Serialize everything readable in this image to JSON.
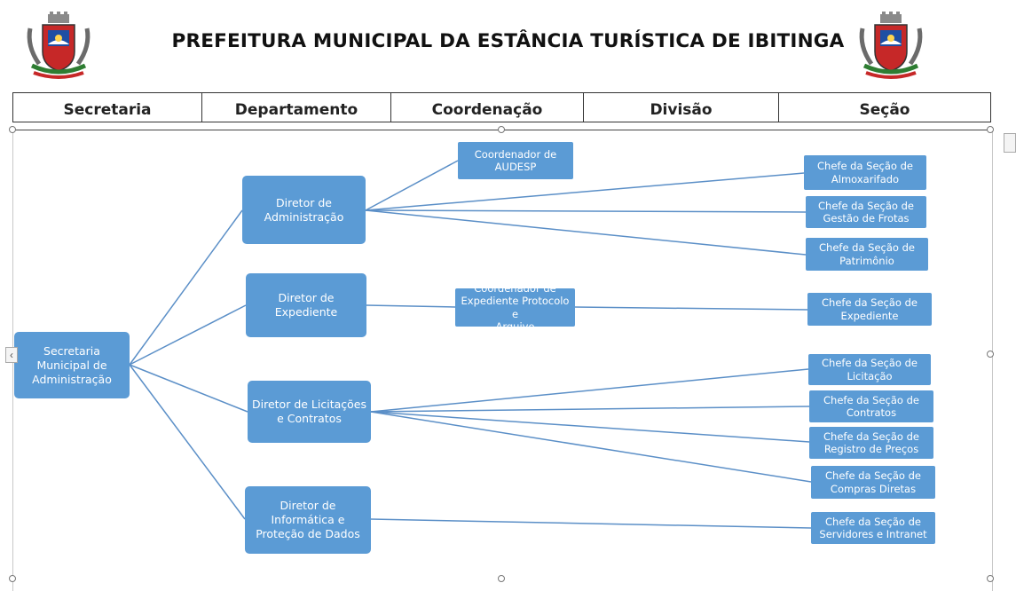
{
  "header": {
    "title": "PREFEITURA MUNICIPAL DA ESTÂNCIA TURÍSTICA DE IBITINGA"
  },
  "columns": [
    "Secretaria",
    "Departamento",
    "Coordenação",
    "Divisão",
    "Seção"
  ],
  "nodes": {
    "secretaria": "Secretaria\nMunicipal de\nAdministração",
    "dir_admin": "Diretor de\nAdministração",
    "dir_expediente": "Diretor de\nExpediente",
    "dir_licitacoes": "Diretor de Licitações\ne Contratos",
    "dir_informatica": "Diretor de\nInformática e\nProteção de Dados",
    "coord_audesp": "Coordenador de\nAUDESP",
    "coord_expediente": "Coordenador de\nExpediente Protocolo e\nArquivo",
    "sec_almoxarifado": "Chefe da Seção de\nAlmoxarifado",
    "sec_frotas": "Chefe da Seção de\nGestão de Frotas",
    "sec_patrimonio": "Chefe da Seção de\nPatrimônio",
    "sec_expediente": "Chefe da Seção de\nExpediente",
    "sec_licitacao": "Chefe da Seção de\nLicitação",
    "sec_contratos": "Chefe da Seção de\nContratos",
    "sec_registro": "Chefe da Seção de\nRegistro de Preços",
    "sec_compras": "Chefe da Seção de\nCompras Diretas",
    "sec_servidores": "Chefe da Seção de\nServidores e Intranet"
  },
  "colors": {
    "node_fill": "#5b9bd5",
    "edge": "#5b8fc7"
  }
}
